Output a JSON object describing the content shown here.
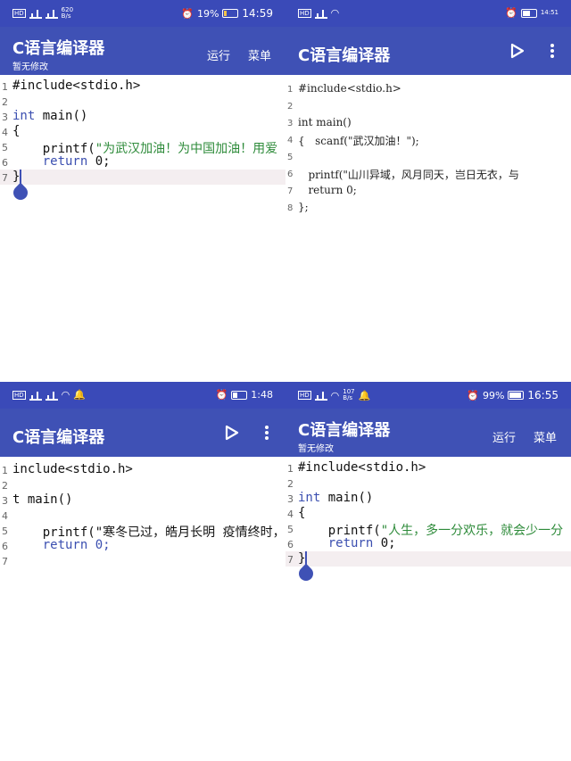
{
  "panels": [
    {
      "status": {
        "left_net": "620\nB/s",
        "battery": "19%",
        "time": "14:59"
      },
      "app": {
        "title": "C语言编译器",
        "subtitle": "暂无修改",
        "run": "运行",
        "menu": "菜单"
      },
      "lines": [
        {
          "n": "1",
          "parts": [
            {
              "t": "#include<stdio.h>",
              "c": ""
            }
          ]
        },
        {
          "n": "2",
          "parts": []
        },
        {
          "n": "3",
          "parts": [
            {
              "t": "int",
              "c": "kw"
            },
            {
              "t": " main()",
              "c": ""
            }
          ]
        },
        {
          "n": "4",
          "parts": [
            {
              "t": "{",
              "c": ""
            }
          ]
        },
        {
          "n": "5",
          "parts": [
            {
              "t": "    printf(",
              "c": ""
            },
            {
              "t": "\"为武汉加油！为中国加油！用爱",
              "c": "str"
            }
          ]
        },
        {
          "n": "6",
          "parts": [
            {
              "t": "    ",
              "c": ""
            },
            {
              "t": "return",
              "c": "kw"
            },
            {
              "t": " 0;",
              "c": ""
            }
          ]
        },
        {
          "n": "7",
          "parts": [
            {
              "t": "}",
              "c": ""
            }
          ]
        }
      ]
    },
    {
      "status": {
        "time": "14:51"
      },
      "app": {
        "title": "C语言编译器"
      },
      "lines": [
        {
          "n": "1",
          "parts": [
            {
              "t": "#include<stdio.h>",
              "c": ""
            }
          ]
        },
        {
          "n": "2",
          "parts": []
        },
        {
          "n": "3",
          "parts": [
            {
              "t": "int main()",
              "c": ""
            }
          ]
        },
        {
          "n": "4",
          "parts": [
            {
              "t": "{   scanf(\"武汉加油！\");",
              "c": ""
            }
          ]
        },
        {
          "n": "5",
          "parts": []
        },
        {
          "n": "6",
          "parts": [
            {
              "t": "   printf(\"山川异域，风月同天，岂日无衣，与",
              "c": ""
            }
          ]
        },
        {
          "n": "7",
          "parts": [
            {
              "t": "   return 0;",
              "c": ""
            }
          ]
        },
        {
          "n": "8",
          "parts": [
            {
              "t": "};",
              "c": ""
            }
          ]
        }
      ]
    },
    {
      "status": {
        "time": "1:48"
      },
      "app": {
        "title": "C语言编译器"
      },
      "lines": [
        {
          "n": "1",
          "parts": [
            {
              "t": "include<stdio.h>",
              "c": ""
            }
          ]
        },
        {
          "n": "2",
          "parts": []
        },
        {
          "n": "3",
          "parts": [
            {
              "t": "t main()",
              "c": ""
            }
          ]
        },
        {
          "n": "4",
          "parts": []
        },
        {
          "n": "5",
          "parts": [
            {
              "t": "    printf(\"寒冬已过，皓月长明 疫情终时，运",
              "c": ""
            }
          ]
        },
        {
          "n": "6",
          "parts": [
            {
              "t": "    return 0;",
              "c": "kw"
            }
          ]
        },
        {
          "n": "7",
          "parts": []
        }
      ]
    },
    {
      "status": {
        "left_net": "107\nB/s",
        "battery": "99%",
        "time": "16:55"
      },
      "app": {
        "title": "C语言编译器",
        "subtitle": "暂无修改",
        "run": "运行",
        "menu": "菜单"
      },
      "lines": [
        {
          "n": "1",
          "parts": [
            {
              "t": "#include<stdio.h>",
              "c": ""
            }
          ]
        },
        {
          "n": "2",
          "parts": []
        },
        {
          "n": "3",
          "parts": [
            {
              "t": "int",
              "c": "kw"
            },
            {
              "t": " main()",
              "c": ""
            }
          ]
        },
        {
          "n": "4",
          "parts": [
            {
              "t": "{",
              "c": ""
            }
          ]
        },
        {
          "n": "5",
          "parts": [
            {
              "t": "    printf(",
              "c": ""
            },
            {
              "t": "\"人生，多一分欢乐，就会少一分",
              "c": "str"
            }
          ]
        },
        {
          "n": "6",
          "parts": [
            {
              "t": "    ",
              "c": ""
            },
            {
              "t": "return",
              "c": "kw"
            },
            {
              "t": " 0;",
              "c": ""
            }
          ]
        },
        {
          "n": "7",
          "parts": [
            {
              "t": "}",
              "c": ""
            }
          ]
        }
      ]
    }
  ],
  "colors": {
    "appbar": "#3f51b5",
    "statusbar": "#3a4ab8",
    "keyword": "#3b4fb0",
    "string": "#2e8b3a"
  },
  "icons": {
    "run": "play-icon",
    "more": "more-vert-icon"
  }
}
